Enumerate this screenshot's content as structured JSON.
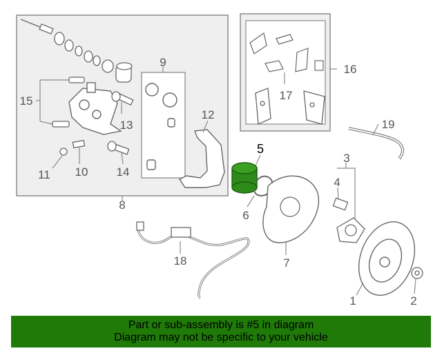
{
  "callouts": {
    "c1": "1",
    "c2": "2",
    "c3": "3",
    "c4": "4",
    "c5": "5",
    "c6": "6",
    "c7": "7",
    "c8": "8",
    "c9": "9",
    "c10": "10",
    "c11": "11",
    "c12": "12",
    "c13": "13",
    "c14": "14",
    "c15": "15",
    "c16": "16",
    "c17": "17",
    "c18": "18",
    "c19": "19"
  },
  "colors": {
    "box_fill": "#efefef",
    "line": "#8a8a8a",
    "highlight_part": "#2e8b1a",
    "highlight_label": "#000000",
    "banner": "#1f7a08"
  },
  "banner": {
    "line1": "Part or sub-assembly is #5 in diagram",
    "line2": "Diagram may not be specific to your vehicle"
  }
}
